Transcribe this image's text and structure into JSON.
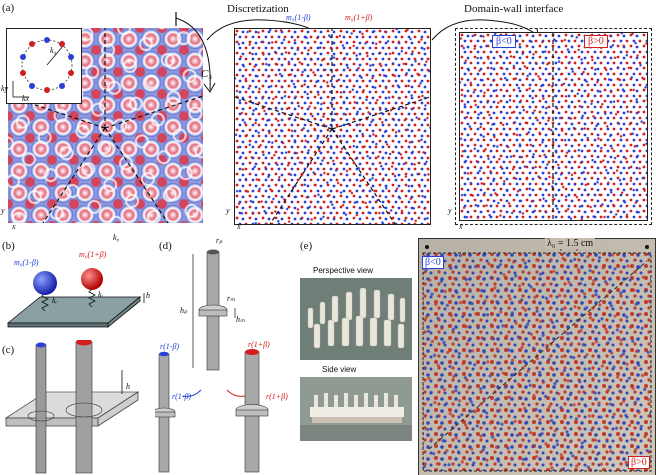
{
  "panels": {
    "a": {
      "label": "(a)",
      "discretization": "Discretization",
      "domain_wall": "Domain-wall interface",
      "m_minus": "m₀(1-β)",
      "m_plus": "m₀(1+β)",
      "beta_neg": "β<0",
      "beta_pos": "β>0",
      "k0": "k₀",
      "kx": "kx",
      "ky": "ky",
      "k0_bottom": "k₀",
      "c5": "C₅",
      "x": "x",
      "y": "y"
    },
    "b": {
      "label": "(b)",
      "m_minus": "m₀(1-β)",
      "m_plus": "m₀(1+β)",
      "kr1": "kᵣ",
      "kr2": "kᵣ",
      "h": "h"
    },
    "c": {
      "label": "(c)",
      "h": "h"
    },
    "d": {
      "label": "(d)",
      "rp": "rₚ",
      "rm": "rₘ",
      "hp": "hₚ",
      "hm": "hₘ",
      "r_minus_top": "r(1-β)",
      "r_minus_bot": "r(1-β)",
      "r_plus_top": "r(1+β)",
      "r_plus_bot": "r(1+β)"
    },
    "e": {
      "label": "(e)",
      "perspective": "Perspective view",
      "side": "Side view",
      "lambda": "λ₀ = 1.5 cm",
      "beta_neg": "β<0",
      "beta_pos": "β>0"
    }
  },
  "colors": {
    "red": "#d21e1e",
    "blue": "#2a3fd8",
    "pattern_bg": "#a9b4e8",
    "photo_bg": "#c9c1b4"
  }
}
